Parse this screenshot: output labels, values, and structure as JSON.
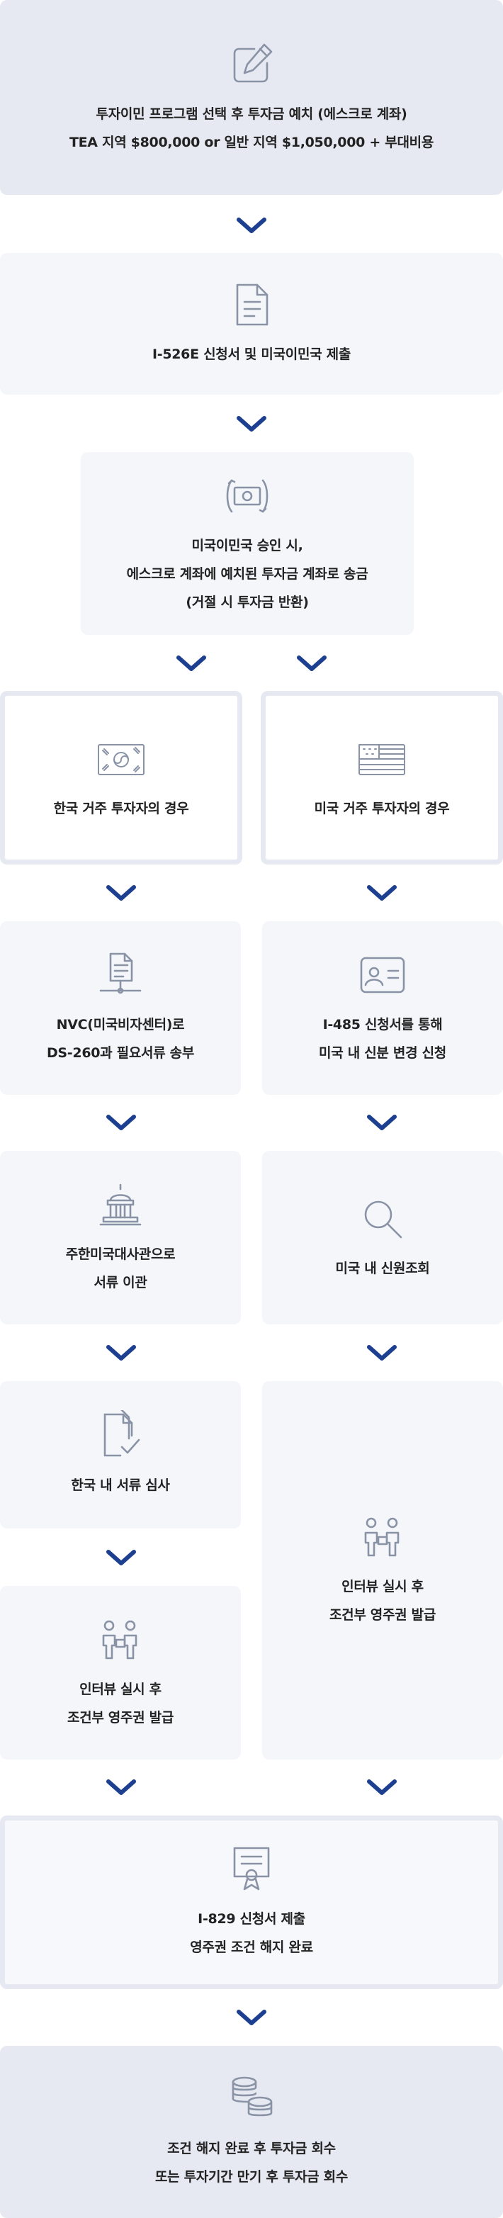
{
  "steps": {
    "deposit": {
      "icon": "edit-icon",
      "lines": [
        "투자이민 프로그램 선택 후 투자금 예치 (에스크로 계좌)",
        "TEA 지역 $800,000 or 일반 지역 $1,050,000 + 부대비용"
      ]
    },
    "i526e": {
      "icon": "document-icon",
      "lines": [
        "I-526E 신청서 및 미국이민국 제출"
      ]
    },
    "approval": {
      "icon": "money-exchange-icon",
      "lines": [
        "미국이민국 승인 시,",
        "에스크로 계좌에 예치된 투자금 계좌로 송금",
        "(거절 시 투자금 반환)"
      ]
    },
    "korea_resident": {
      "icon": "korea-flag-icon",
      "lines": [
        "한국 거주 투자자의 경우"
      ]
    },
    "us_resident": {
      "icon": "us-flag-icon",
      "lines": [
        "미국 거주 투자자의 경우"
      ]
    },
    "nvc": {
      "icon": "network-document-icon",
      "lines": [
        "NVC(미국비자센터)로",
        "DS-260과 필요서류 송부"
      ]
    },
    "i485": {
      "icon": "id-card-icon",
      "lines": [
        "I-485 신청서를 통해",
        "미국 내 신분 변경 신청"
      ]
    },
    "embassy": {
      "icon": "capitol-icon",
      "lines": [
        "주한미국대사관으로",
        "서류 이관"
      ]
    },
    "background": {
      "icon": "search-icon",
      "lines": [
        "미국 내 신원조회"
      ]
    },
    "korea_review": {
      "icon": "document-check-icon",
      "lines": [
        "한국 내 서류 심사"
      ]
    },
    "korea_interview": {
      "icon": "interview-icon",
      "lines": [
        "인터뷰 실시 후",
        "조건부 영주권 발급"
      ]
    },
    "us_interview": {
      "icon": "interview-icon",
      "lines": [
        "인터뷰 실시 후",
        "조건부 영주권 발급"
      ]
    },
    "i829": {
      "icon": "certificate-icon",
      "lines": [
        "I-829 신청서 제출",
        "영주권 조건 해지 완료"
      ]
    },
    "recovery": {
      "icon": "coins-icon",
      "lines": [
        "조건 해지 완료 후 투자금 회수",
        "또는 투자기간 만기 후 투자금 회수"
      ]
    }
  },
  "colors": {
    "accent": "#1d3f8f",
    "box": "#f4f6fa",
    "box_dark": "#e6e9f1",
    "icon": "#8a93a6"
  }
}
